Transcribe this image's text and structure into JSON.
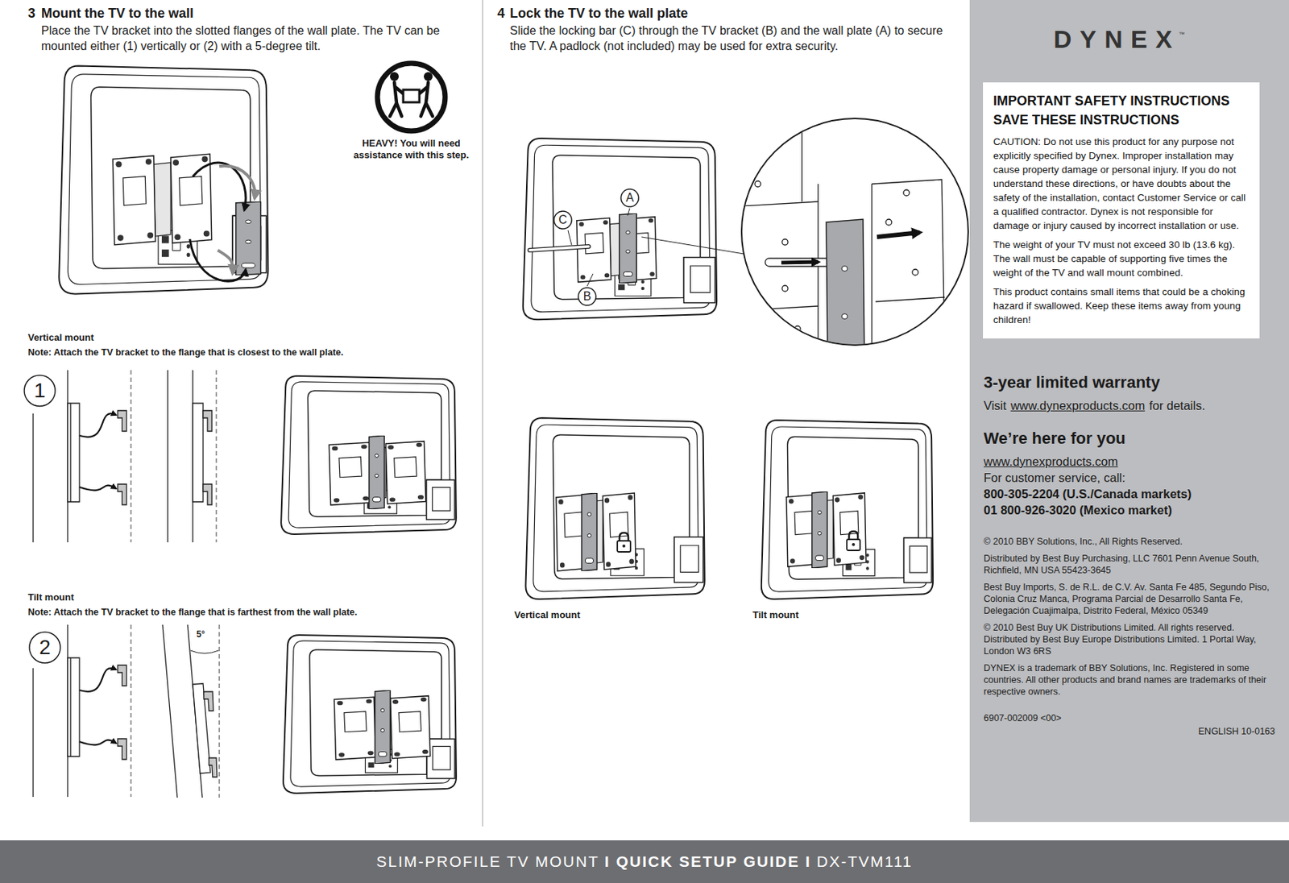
{
  "diagram": {
    "nodes": [
      {
        "text": [
          "1"
        ]
      },
      {
        "text": [
          "2"
        ]
      },
      {
        "text": [
          "A"
        ]
      },
      {
        "text": [
          "C"
        ]
      },
      {
        "text": [
          "B"
        ]
      },
      {
        "text": [
          "DYNEX",
          "™",
          "3-year limited warranty",
          "Visit",
          "www.dynexproducts.com",
          "for details.",
          "We’re here for you",
          "www.dynexproducts.com",
          "For customer service, call:",
          "800-305-2204 (U.S./Canada markets)",
          "01 800-926-3020 (Mexico market)",
          "© 2010 BBY Solutions, Inc., All Rights Reserved.",
          "Distributed by Best Buy Purchasing, LLC 7601 Penn Avenue South, Richfield, MN USA 55423-3645",
          "Best Buy Imports, S. de R.L. de C.V. Av. Santa Fe 485, Segundo Piso, Colonia Cruz Manca, Programa Parcial de Desarrollo Santa Fe, Delegación Cuajimalpa, Distrito Federal, México 05349",
          "© 2010 Best Buy UK Distributions Limited. All rights reserved. Distributed by Best Buy Europe Distributions Limited. 1 Portal Way, London W3 6RS",
          "DYNEX is a trademark of BBY Solutions, Inc. Registered in some countries. All other products and brand names are trademarks of their respective owners.",
          "6907-002009 <00>",
          "ENGLISH 10-0163"
        ]
      },
      {
        "text": [
          "IMPORTANT SAFETY INSTRUCTIONS",
          "SAVE THESE INSTRUCTIONS",
          "CAUTION: Do not use this product for any purpose not explicitly specified by Dynex. Improper installation may cause property damage or personal injury. If you do not understand these directions, or have doubts about the safety of the installation, contact Customer Service or call a qualified contractor. Dynex is not responsible for damage or injury caused by incorrect installation or use.",
          "The weight of your TV must not exceed 30 lb (13.6 kg). The wall must be capable of supporting five times the weight of the TV and wall mount combined.",
          "This product contains small items that could be a choking hazard if swallowed. Keep these items away from young children!"
        ],
        "in": 5
      },
      {
        "text": [
          "SLIM-PROFILE TV MOUNT",
          "I QUICK SETUP GUIDE I",
          "DX-TVM111"
        ]
      }
    ],
    "labels": [
      "3",
      "Mount the TV to the wall",
      "Place the TV bracket into the slotted flanges of the wall plate. The TV can be mounted either (1) vertically or (2) with a 5-degree tilt.",
      "HEAVY! You will need assistance with this step.",
      "Vertical mount",
      "Note: Attach the TV bracket to the flange that is closest to the wall plate.",
      "Tilt mount",
      "Note: Attach the TV bracket to the flange that is farthest from the wall plate.",
      "5°",
      "4",
      "Lock the TV to the wall plate",
      "Slide the locking bar (C) through the TV bracket (B) and the wall plate (A) to secure the TV. A padlock (not included) may be used for extra security.",
      "Vertical mount",
      "Tilt mount"
    ]
  }
}
